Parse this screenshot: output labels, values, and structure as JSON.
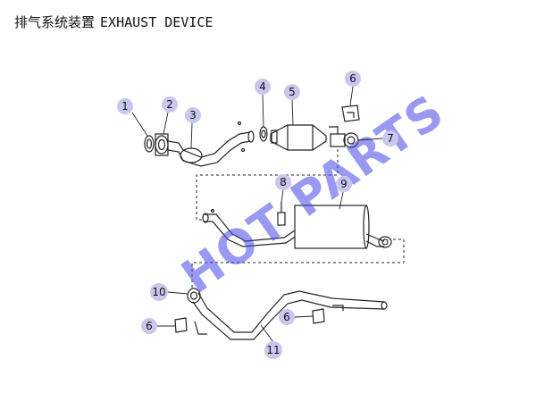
{
  "header": {
    "title_cn": "排气系统装置",
    "title_en": "EXHAUST DEVICE"
  },
  "watermark": {
    "text": "HOT PARTS",
    "color": "#4646e6"
  },
  "colors": {
    "badge_fill": "#c8c8ef",
    "line": "#222222"
  },
  "callouts": [
    {
      "label": "1"
    },
    {
      "label": "2"
    },
    {
      "label": "3"
    },
    {
      "label": "4"
    },
    {
      "label": "5"
    },
    {
      "label": "6"
    },
    {
      "label": "7"
    },
    {
      "label": "8"
    },
    {
      "label": "9"
    },
    {
      "label": "10"
    },
    {
      "label": "6"
    },
    {
      "label": "11"
    },
    {
      "label": "6"
    }
  ]
}
